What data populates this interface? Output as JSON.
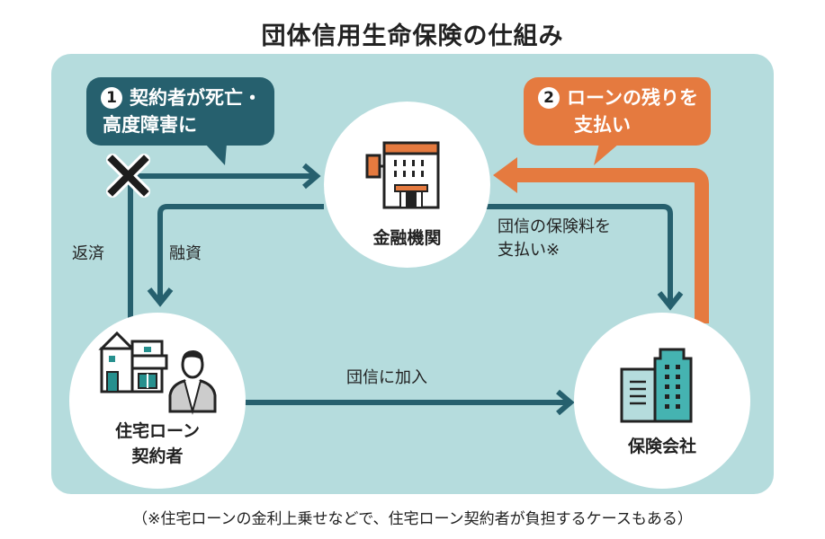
{
  "title": "団体信用生命保険の仕組み",
  "colors": {
    "panel_bg": "#b5dcdd",
    "teal_dark": "#26606e",
    "orange": "#e57a3f",
    "icon_teal": "#45b3b1",
    "text": "#222222"
  },
  "nodes": {
    "bank": {
      "label": "金融機関",
      "icon": "bank-building-icon"
    },
    "borrower": {
      "label_line1": "住宅ローン",
      "label_line2": "契約者",
      "icon": "house-and-person-icon"
    },
    "insurer": {
      "label": "保険会社",
      "icon": "office-buildings-icon"
    }
  },
  "callouts": {
    "step1": {
      "number": "1",
      "line1": "契約者が死亡・",
      "line2": "高度障害に"
    },
    "step2": {
      "number": "2",
      "line1": "ローンの残りを",
      "line2": "支払い"
    }
  },
  "arrows": {
    "repayment": "返済",
    "loan": "融資",
    "premium_line1": "団信の保険料を",
    "premium_line2": "支払い※",
    "join": "団信に加入"
  },
  "footnote": "（※住宅ローンの金利上乗せなどで、住宅ローン契約者が負担するケースもある）"
}
